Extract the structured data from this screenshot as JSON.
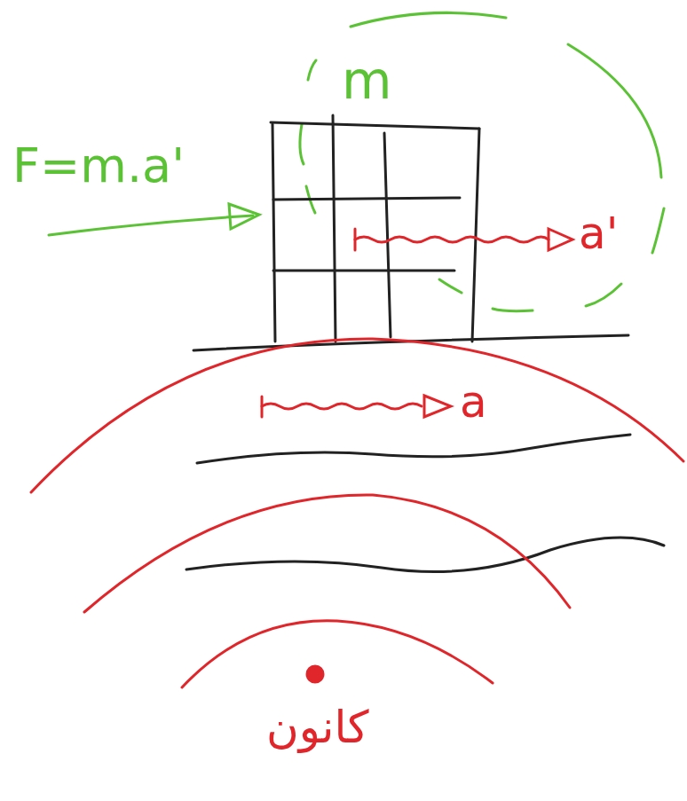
{
  "diagram": {
    "labels": [
      "m",
      "F=m.a'",
      "a'",
      "a",
      "کانون"
    ]
  }
}
